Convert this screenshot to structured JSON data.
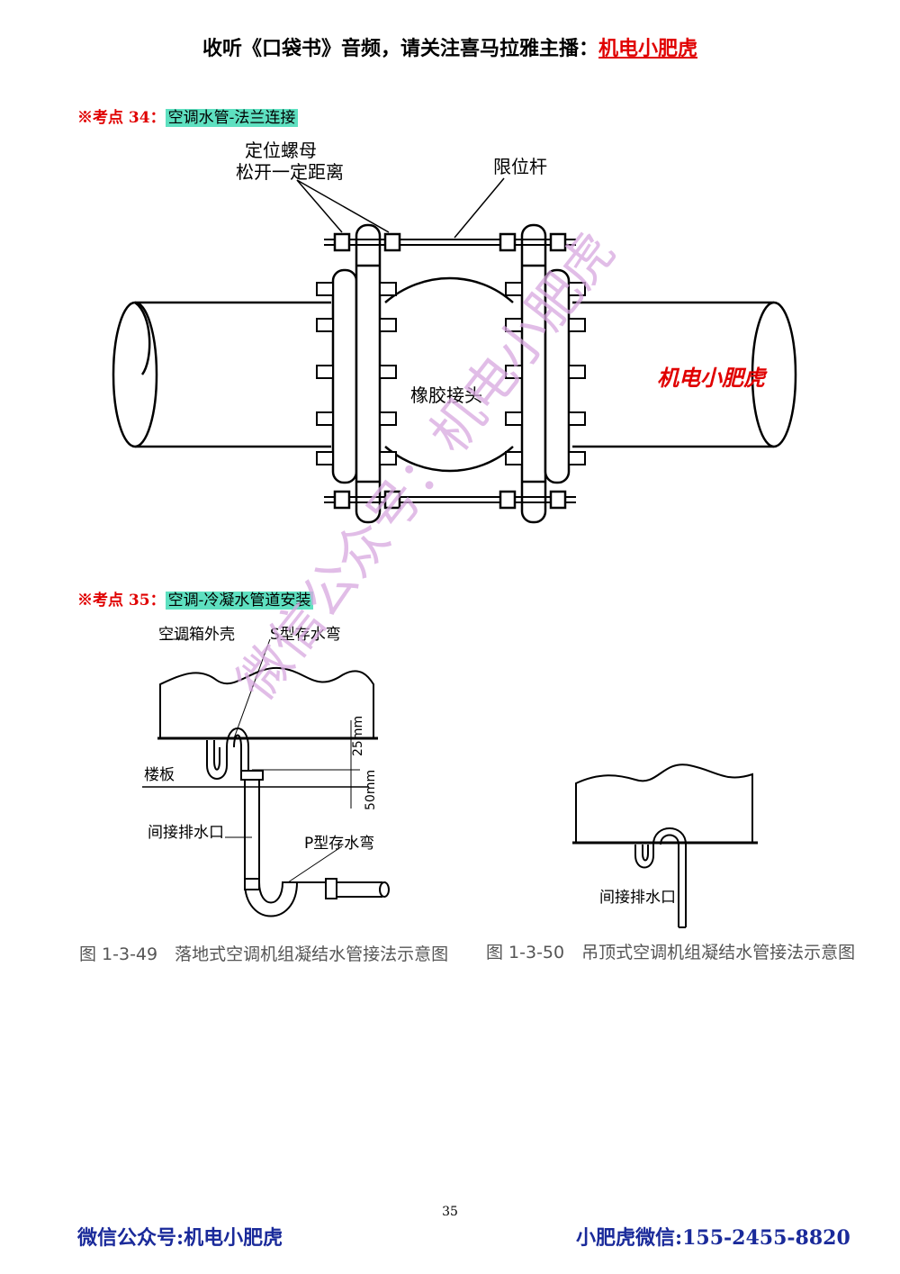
{
  "header": {
    "prefix": "收听《口袋书》音频，请关注喜马拉雅主播：",
    "brand": "机电小肥虎"
  },
  "section1": {
    "mark": "※考点 34：",
    "title": "空调水管-法兰连接",
    "labels": {
      "nut_line1": "定位螺母",
      "nut_line2": "松开一定距离",
      "rod": "限位杆",
      "joint": "橡胶接头",
      "brand_stamp": "机电小肥虎"
    }
  },
  "section2": {
    "mark": "※考点 35：",
    "title": "空调-冷凝水管道安装",
    "left_labels": {
      "casing": "空调箱外壳",
      "s_trap": "S型存水弯",
      "floor": "楼板",
      "dim_25": "25mm",
      "dim_50": "50mm",
      "indirect_outlet": "间接排水口",
      "p_trap": "P型存水弯"
    },
    "left_caption": "图 1-3-49　落地式空调机组凝结水管接法示意图",
    "right_labels": {
      "indirect_outlet": "间接排水口"
    },
    "right_caption": "图 1-3-50　吊顶式空调机组凝结水管接法示意图"
  },
  "watermark": "微信公众号：机电小肥虎",
  "page_number": "35",
  "footer": {
    "left": "微信公众号:机电小肥虎",
    "right": "小肥虎微信:155-2455-8820"
  }
}
